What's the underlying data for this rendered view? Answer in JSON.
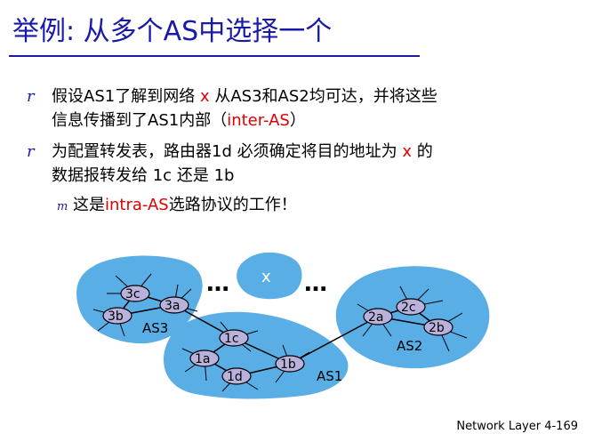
{
  "slide": {
    "title": "举例: 从多个AS中选择一个",
    "bullets": [
      {
        "marker": "r",
        "line1": {
          "a": "假设",
          "b": "AS1",
          "c": "了解到网络",
          "d": "x",
          "e": "从",
          "f": "AS3",
          "g": "和",
          "h": "AS2",
          "i": "均可达，并将这些"
        },
        "line2": {
          "a": "信息传播到了",
          "b": "AS1",
          "c": "内部（",
          "d": "inter-AS",
          "e": "）"
        }
      },
      {
        "marker": "r",
        "line1": {
          "a": "为配置转发表，路由器",
          "b": "1d",
          "c": "必须确定将目的地址为",
          "d": "x",
          "e": "的"
        },
        "line2": {
          "a": "数据报转发给",
          "b": "1c",
          "c": "还是",
          "d": "1b"
        }
      }
    ],
    "sub_bullet": {
      "marker": "m",
      "a": "这是",
      "b": "intra-AS",
      "c": "选路协议的工作！"
    },
    "footer": "Network Layer 4-169"
  },
  "diagram": {
    "network_label": "x",
    "as_labels": {
      "as1": "AS1",
      "as2": "AS2",
      "as3": "AS3"
    },
    "routers": {
      "3a": "3a",
      "3b": "3b",
      "3c": "3c",
      "1a": "1a",
      "1b": "1b",
      "1c": "1c",
      "1d": "1d",
      "2a": "2a",
      "2b": "2b",
      "2c": "2c"
    },
    "ellipsis": "…",
    "colors": {
      "cloud": "#5aaee6",
      "router": "#b9b2dc",
      "title": "#1a1aa8",
      "highlight": "#e00000"
    }
  }
}
